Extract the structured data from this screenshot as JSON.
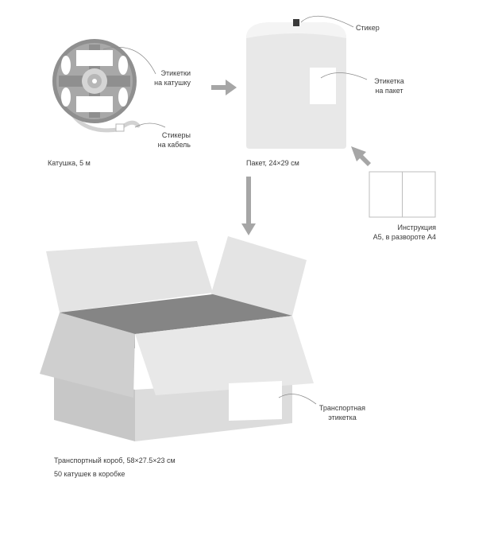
{
  "labels": {
    "reel_labels": [
      "Этикетки",
      "на катушку"
    ],
    "cable_stickers": [
      "Стикеры",
      "на кабель"
    ],
    "reel_caption": "Катушка, 5 м",
    "sticker": "Стикер",
    "bag_label": [
      "Этикетка",
      "на пакет"
    ],
    "bag_caption": "Пакет, 24×29 см",
    "manual": [
      "Инструкция",
      "А5, в развороте А4"
    ],
    "shipping_label": [
      "Транспортная",
      "этикетка"
    ],
    "box_caption_1": "Транспортный короб, 58×27.5×23 см",
    "box_caption_2": "50 катушек в коробке"
  },
  "colors": {
    "light_fill": "#e6e6e6",
    "mid_fill": "#c9c9c9",
    "dark_fill": "#8a8a8a",
    "arrow": "#a6a6a6",
    "leader": "#8c8c8c"
  }
}
